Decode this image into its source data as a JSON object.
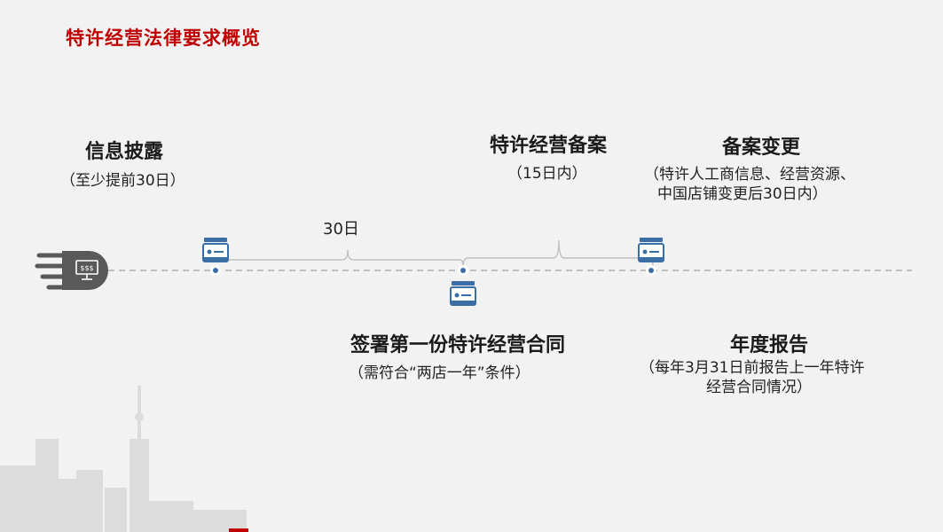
{
  "slide": {
    "title": "特许经营法律要求概览"
  },
  "timeline": {
    "start_icon": "computer-monitor-icon",
    "event_icon": "document-register-icon",
    "duration_label": "30日",
    "events": [
      {
        "title": "信息披露",
        "subtitle": "（至少提前30日）"
      },
      {
        "title": "签署第一份特许经营合同",
        "subtitle": "（需符合“两店一年”条件）"
      },
      {
        "title": "特许经营备案",
        "subtitle": "（15日内）"
      },
      {
        "title": "备案变更",
        "subtitle_line1": "（特许人工商信息、经营资源、",
        "subtitle_line2": "中国店铺变更后30日内）"
      },
      {
        "title": "年度报告",
        "subtitle_line1": "（每年3月31日前报告上一年特许",
        "subtitle_line2": "经营合同情况）"
      }
    ]
  },
  "colors": {
    "title_red": "#c00000",
    "icon_blue": "#3a6ea5",
    "line_gray": "#bfbfbf",
    "skyline": "#d9d9d9",
    "red_bar": "#c00000"
  }
}
